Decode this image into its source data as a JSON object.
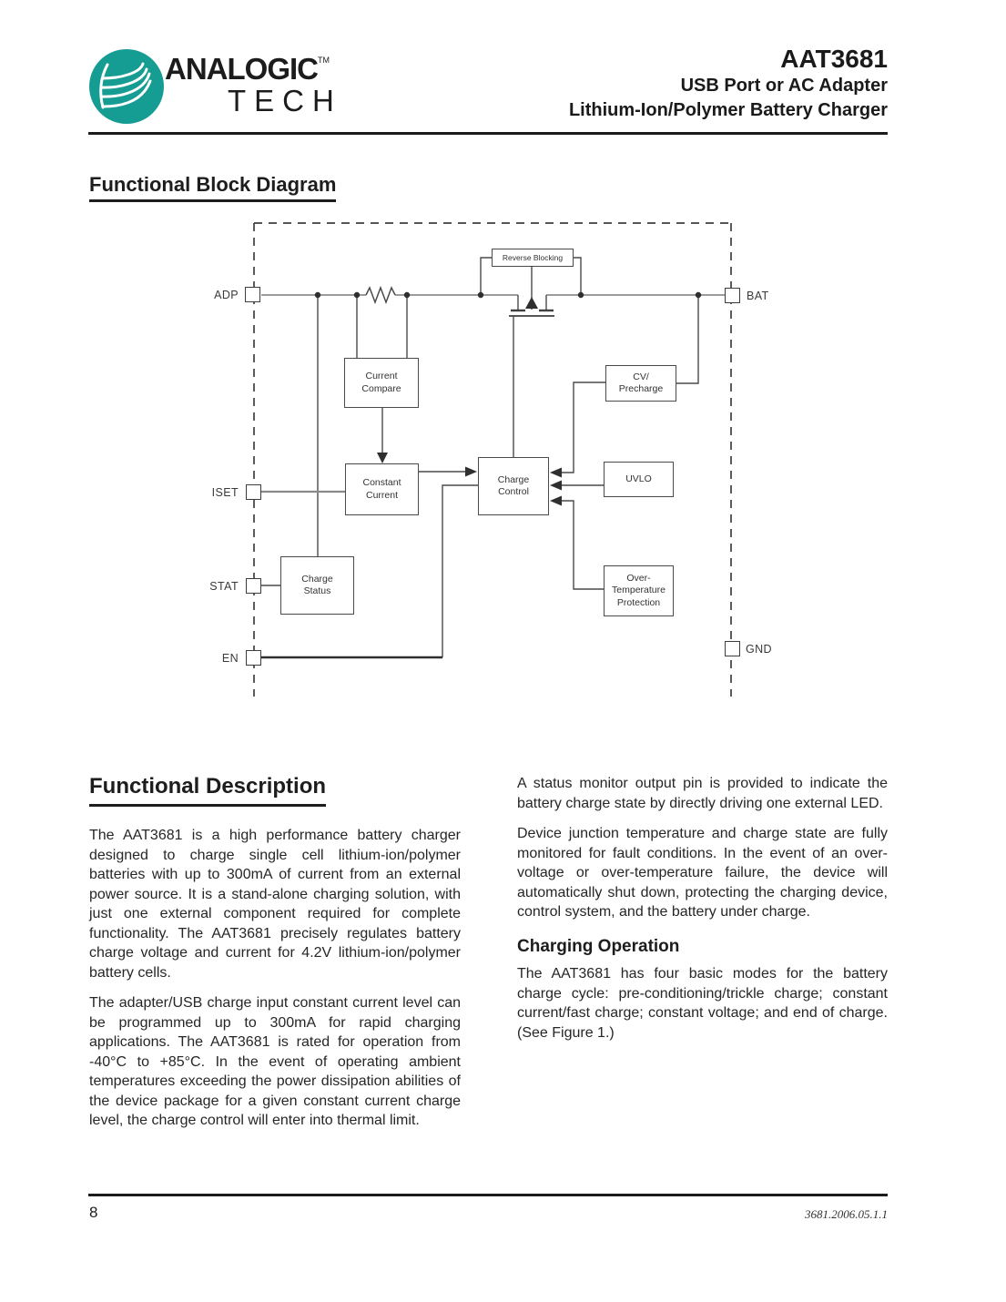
{
  "header": {
    "logo_line1": "ANALOGIC",
    "logo_tm": "TM",
    "logo_line2": "TECH",
    "brand_teal": "#169d93",
    "part_number": "AAT3681",
    "subtitle_line1": "USB Port or AC Adapter",
    "subtitle_line2": "Lithium-Ion/Polymer Battery Charger"
  },
  "sections": {
    "block_diagram_title": "Functional Block Diagram",
    "functional_description_title": "Functional Description",
    "charging_operation_title": "Charging Operation"
  },
  "diagram": {
    "pins": [
      {
        "label": "ADP"
      },
      {
        "label": "ISET"
      },
      {
        "label": "STAT"
      },
      {
        "label": "EN"
      },
      {
        "label": "BAT"
      },
      {
        "label": "GND"
      }
    ],
    "blocks": [
      {
        "label": "Reverse Blocking"
      },
      {
        "label": "Current Compare"
      },
      {
        "label": "Constant Current"
      },
      {
        "label": "Charge Control"
      },
      {
        "label": "CV/ Precharge"
      },
      {
        "label": "UVLO"
      },
      {
        "label": "Charge Status"
      },
      {
        "label": "Over-Temperature Protection"
      }
    ]
  },
  "description": {
    "left_paragraph1": "The AAT3681 is a high performance battery charger designed to charge single cell lithium-ion/polymer batteries with up to 300mA of current from an external power source. It is a stand-alone charging solution, with just one external component required for complete functionality. The AAT3681 precisely regulates battery charge voltage and current for 4.2V lithium-ion/polymer battery cells.",
    "left_paragraph2": "The adapter/USB charge input constant current level can be programmed up to 300mA for rapid charging applications. The AAT3681 is rated for operation from -40°C to +85°C. In the event of operating ambient temperatures exceeding the power dissipation abilities of the device package for a given constant current charge level, the charge control will enter into thermal limit.",
    "right_paragraph1": "A status monitor output pin is provided to indicate the battery charge state by directly driving one external LED.",
    "right_paragraph2": "Device junction temperature and charge state are fully monitored for fault conditions. In the event of an over-voltage or over-temperature failure, the device will automatically shut down, protecting the charging device, control system, and the battery under charge.",
    "charging_paragraph": "The AAT3681 has four basic modes for the battery charge cycle: pre-conditioning/trickle charge; constant current/fast charge; constant voltage; and end of charge. (See Figure 1.)"
  },
  "footer": {
    "page_number": "8",
    "doc_version": "3681.2006.05.1.1"
  }
}
